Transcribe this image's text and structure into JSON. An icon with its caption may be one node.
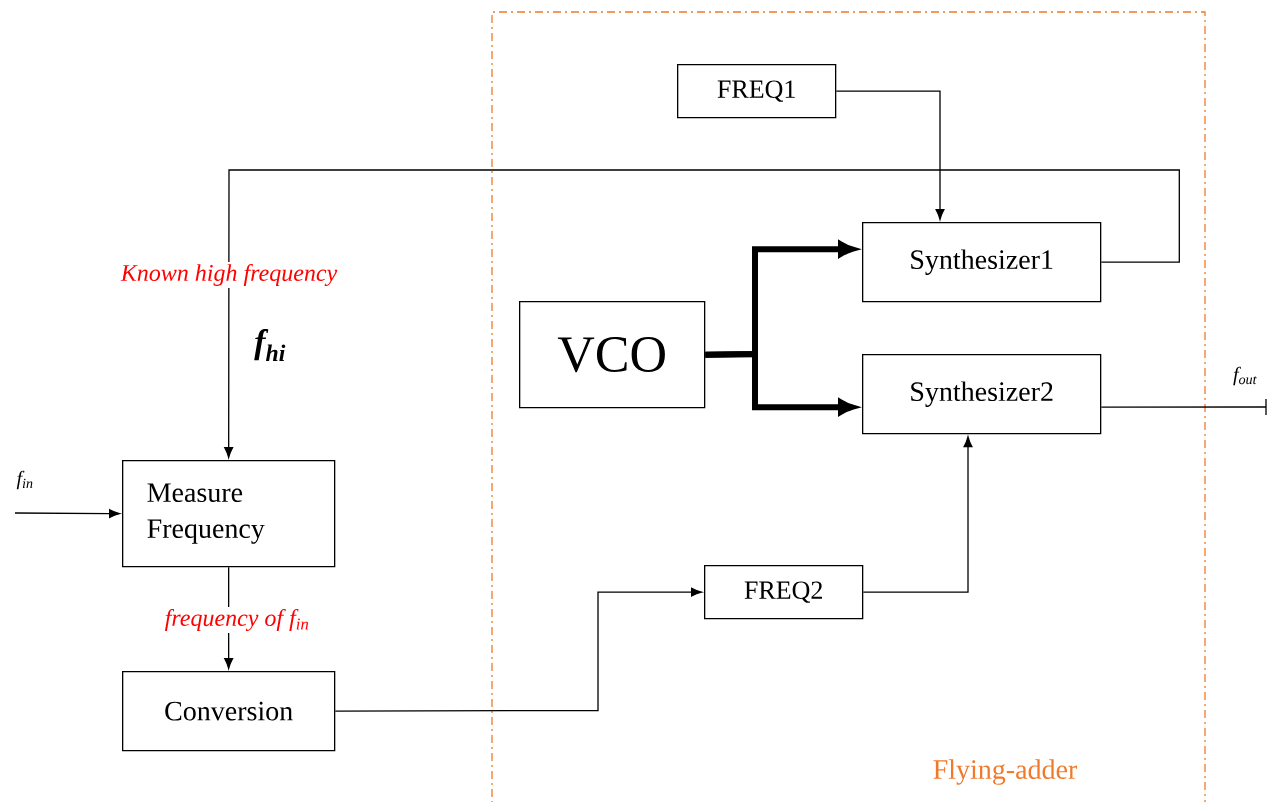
{
  "diagram": {
    "nodes": [
      {
        "text": [
          "Flying-adder"
        ]
      },
      {
        "text": [
          "FREQ1"
        ],
        "in": 0
      },
      {
        "text": [
          "Synthesizer1"
        ],
        "in": 0
      },
      {
        "text": [
          "VCO"
        ],
        "in": 0
      },
      {
        "text": [
          "Synthesizer2"
        ],
        "in": 0
      },
      {
        "text": [
          "FREQ2"
        ],
        "in": 0
      },
      {
        "text": [
          "Measure Frequency"
        ]
      },
      {
        "text": [
          "Conversion"
        ]
      }
    ],
    "edges": [
      {
        "from": 1,
        "to": 2,
        "arrow": "to"
      },
      {
        "from": 2,
        "to": 6,
        "arrow": "to",
        "label": "Known high frequency"
      },
      {
        "from": 3,
        "to": 2,
        "arrow": "to",
        "style": "thick"
      },
      {
        "from": 3,
        "to": 4,
        "arrow": "to",
        "style": "thick"
      },
      {
        "from": null,
        "to": 6,
        "arrow": "to",
        "label": "f$_{in}$"
      },
      {
        "from": 6,
        "to": 7,
        "arrow": "to",
        "label": "frequency of f$_{in}$"
      },
      {
        "from": 7,
        "to": 5,
        "arrow": "to"
      },
      {
        "from": 5,
        "to": 4,
        "arrow": "to"
      },
      {
        "from": 4,
        "to": null,
        "arrow": "none",
        "label": "f$_{out}$"
      }
    ],
    "labels": [
      "f$_{hi}$"
    ]
  }
}
